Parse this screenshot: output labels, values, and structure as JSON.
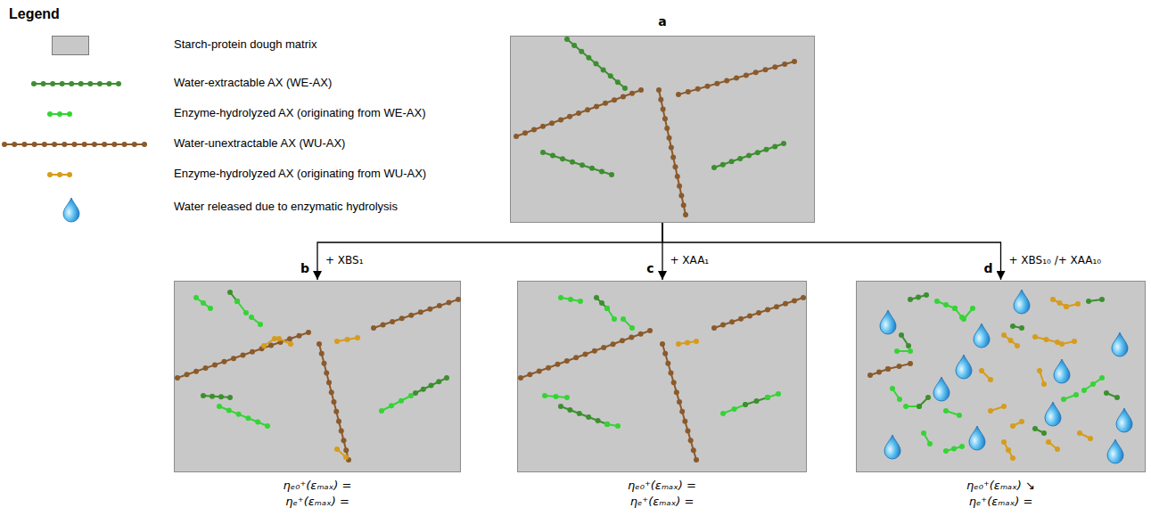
{
  "diagram": {
    "nodes": [
      {
        "text": [
          "a"
        ]
      },
      {
        "text": [
          "b",
          "ηₑ₀⁺(εₘₐₓ) =",
          "ηₑ⁺(εₘₐₓ) ="
        ]
      },
      {
        "text": [
          "c",
          "ηₑ₀⁺(εₘₐₓ) =",
          "ηₑ⁺(εₘₐₓ) ="
        ]
      },
      {
        "text": [
          "d",
          "ηₑ₀⁺(εₘₐₓ) ↘",
          "ηₑ⁺(εₘₐₓ) ="
        ]
      }
    ],
    "edges": [
      {
        "from": 0,
        "to": 1,
        "arrow": "to",
        "label": "+ XBS₁"
      },
      {
        "from": 0,
        "to": 2,
        "arrow": "to",
        "label": "+ XAA₁"
      },
      {
        "from": 0,
        "to": 3,
        "arrow": "to",
        "label": "+ XBS₁₀ /+ XAA₁₀"
      }
    ],
    "labels": [
      "Legend"
    ],
    "legend": [
      {
        "text": "Starch-protein dough matrix",
        "color": "#c8c8c8"
      },
      {
        "text": "Water-extractable AX (WE-AX)"
      },
      {
        "text": "Enzyme-hydrolyzed AX (originating from WE-AX)"
      },
      {
        "text": "Water-unextractable AX (WU-AX)"
      },
      {
        "text": "Enzyme-hydrolyzed AX (originating from WU-AX)"
      },
      {
        "text": "Water released due to enzymatic hydrolysis"
      }
    ]
  }
}
